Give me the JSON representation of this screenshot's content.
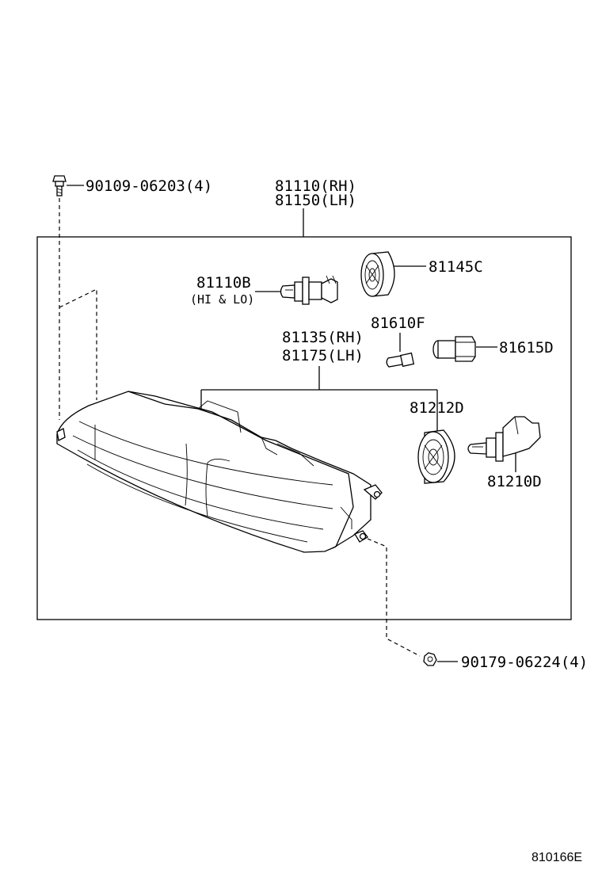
{
  "labels": {
    "screw": "90109-06203(4)",
    "unit_rh": "81110(RH)",
    "unit_lh": "81150(LH)",
    "bulb_hilo": "81110B",
    "bulb_hilo_note": "(HI & LO)",
    "cover": "81145C",
    "lamp_rh": "81135(RH)",
    "lamp_lh": "81175(LH)",
    "wedge_bulb": "81610F",
    "socket": "81615D",
    "seal": "81212D",
    "bulb_fog": "81210D",
    "nut": "90179-06224(4)",
    "diagram_ref": "810166E"
  }
}
